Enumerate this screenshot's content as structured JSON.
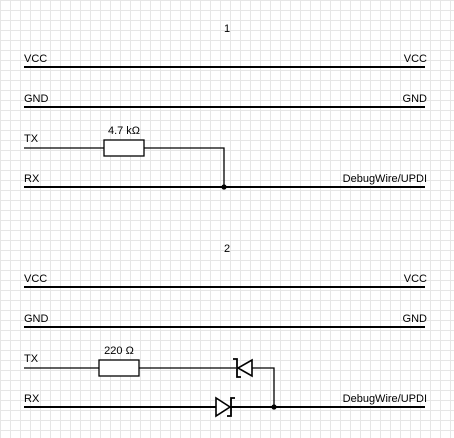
{
  "diagrams": [
    {
      "number": "1",
      "lines": {
        "vcc": {
          "left": "VCC",
          "right": "VCC"
        },
        "gnd": {
          "left": "GND",
          "right": "GND"
        },
        "tx": {
          "left": "TX"
        },
        "rx": {
          "left": "RX",
          "right": "DebugWire/UPDI"
        }
      },
      "resistor_label": "4.7 kΩ"
    },
    {
      "number": "2",
      "lines": {
        "vcc": {
          "left": "VCC",
          "right": "VCC"
        },
        "gnd": {
          "left": "GND",
          "right": "GND"
        },
        "tx": {
          "left": "TX"
        },
        "rx": {
          "left": "RX",
          "right": "DebugWire/UPDI"
        }
      },
      "resistor_label": "220 Ω"
    }
  ]
}
